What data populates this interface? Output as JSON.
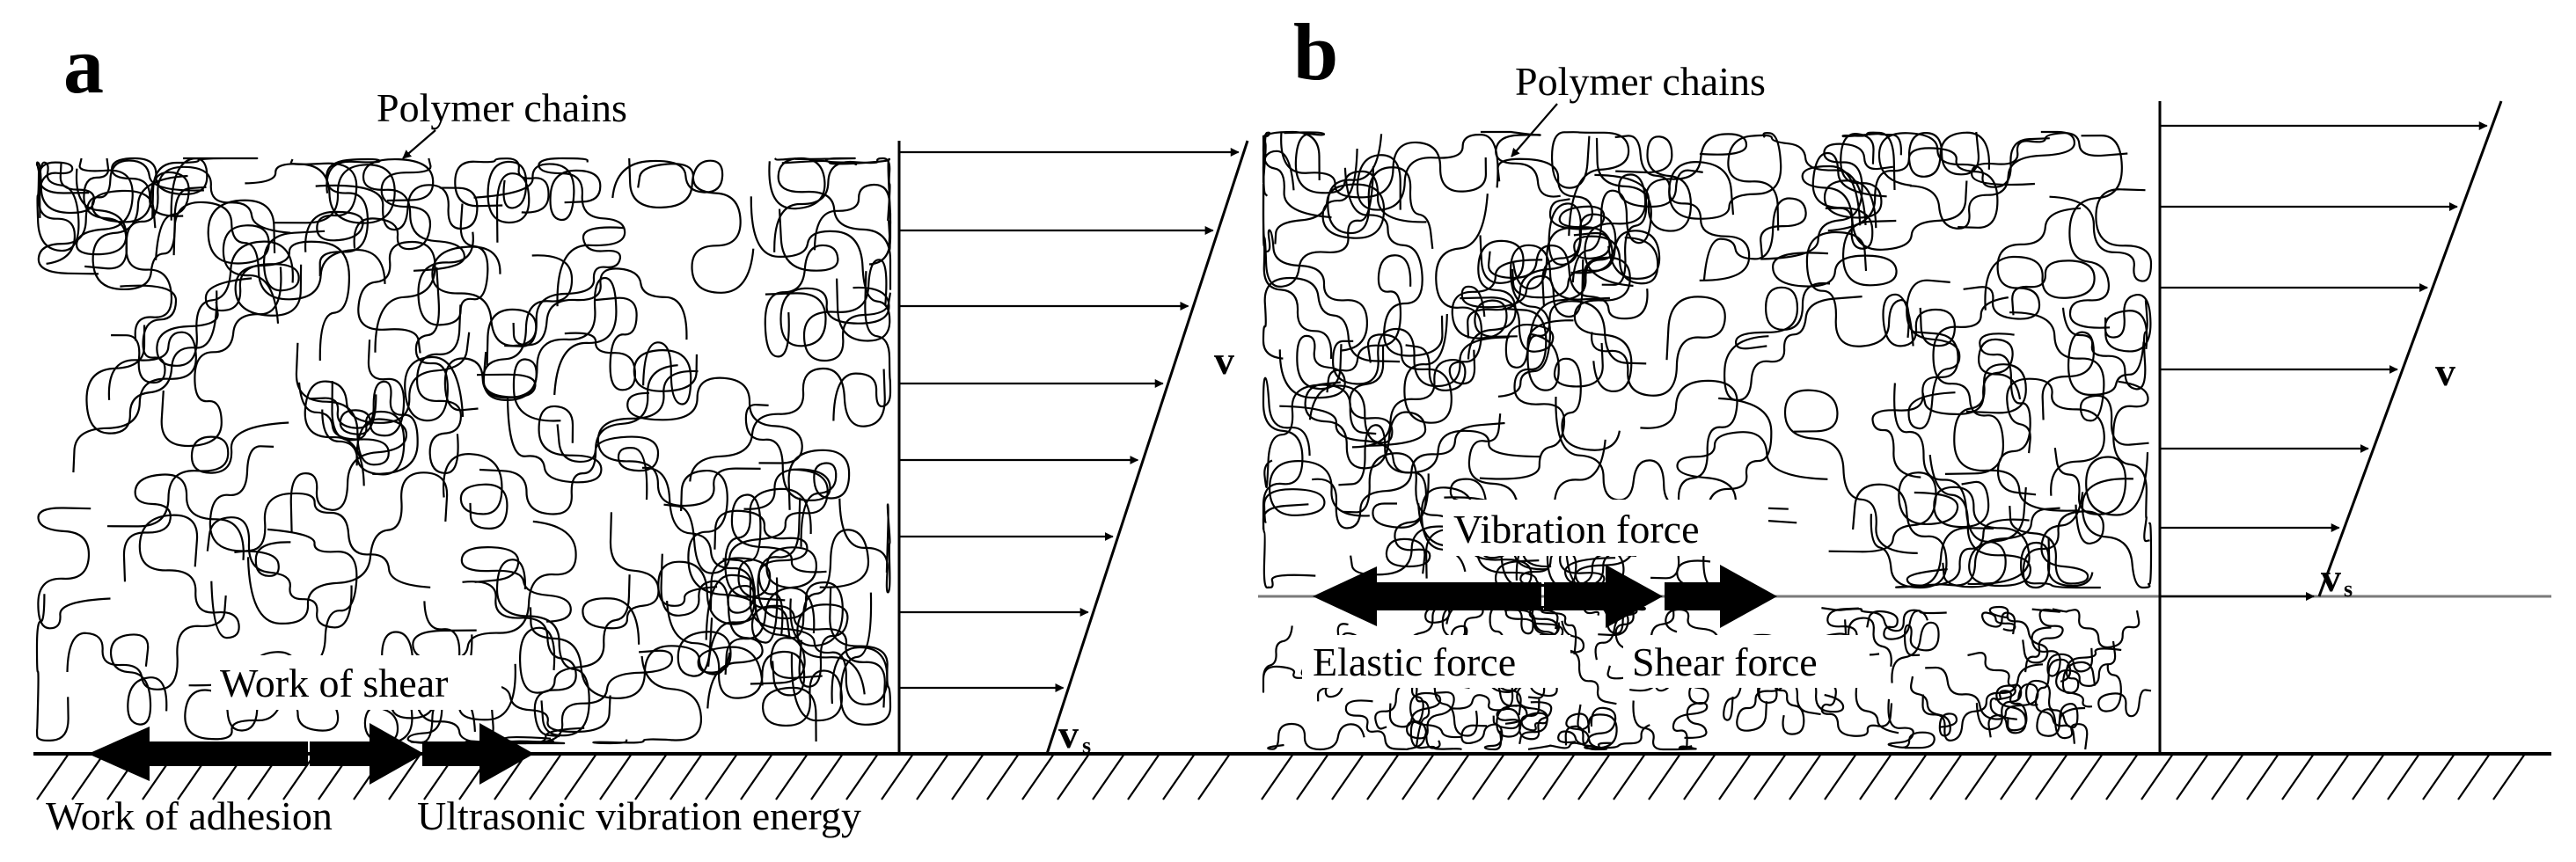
{
  "panels": [
    {
      "letter": "a",
      "label_polymer": "Polymer chains",
      "label_shear_work": "Work of shear",
      "label_adhesion_work": "Work of adhesion",
      "label_ultrasonic": "Ultrasonic vibration energy",
      "velocity_label": "v",
      "surface_velocity_label": "v",
      "surface_velocity_subscript": "s"
    },
    {
      "letter": "b",
      "label_polymer": "Polymer chains",
      "label_vibration_force": "Vibration force",
      "label_elastic_force": "Elastic force",
      "label_shear_force": "Shear force",
      "velocity_label": "v",
      "surface_velocity_label": "v",
      "surface_velocity_subscript": "s"
    }
  ],
  "colors": {
    "ink": "#000000",
    "paper": "#ffffff",
    "interface_line": "#7a7a7a"
  }
}
